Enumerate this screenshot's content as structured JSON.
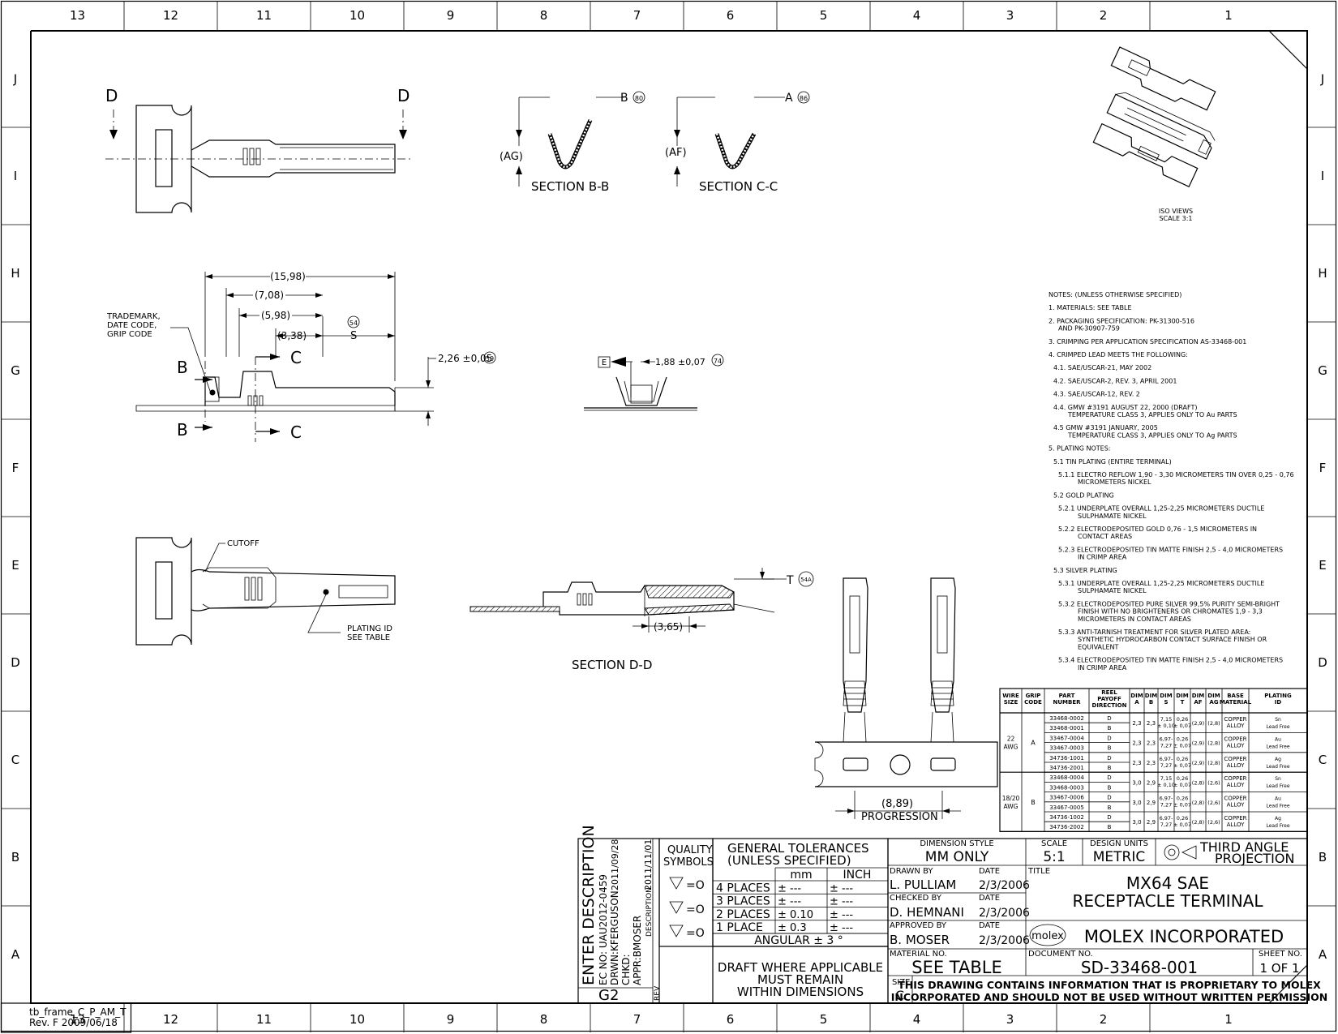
{
  "border": {
    "columns": [
      "13",
      "12",
      "11",
      "10",
      "9",
      "8",
      "7",
      "6",
      "5",
      "4",
      "3",
      "2",
      "1"
    ],
    "rows": [
      "J",
      "I",
      "H",
      "G",
      "F",
      "E",
      "D",
      "C",
      "B",
      "A"
    ],
    "frame_id": [
      "tb_frame_C_P_AM_T",
      "Rev. F 2009/06/18"
    ]
  },
  "views": {
    "top_view_d_left": "D",
    "top_view_d_right": "D",
    "section_bb_label": "SECTION B-B",
    "section_bb_dim": "(AG)",
    "section_bb_ref": "B",
    "section_bb_ref_num": "80",
    "section_cc_label": "SECTION C-C",
    "section_cc_dim": "(AF)",
    "section_cc_ref": "A",
    "section_cc_ref_num": "86",
    "trademark_note": [
      "TRADEMARK,",
      "DATE CODE,",
      "GRIP CODE"
    ],
    "dim_1598": "(15,98)",
    "dim_708": "(7,08)",
    "dim_598": "(5,98)",
    "dim_338": "(3,38)",
    "dim_s": "S",
    "dim_s_num": "54",
    "dim_226": "2,26 ±0,05",
    "dim_226_num": "59",
    "cut_b": "B",
    "cut_c": "C",
    "datum_e": "E",
    "dim_188": "1,88 ±0,07",
    "dim_188_num": "74",
    "cutoff_label": "CUTOFF",
    "plating_id": [
      "PLATING ID",
      "SEE TABLE"
    ],
    "dim_t": "T",
    "dim_t_num": "54A",
    "dim_365": "(3,65)",
    "section_dd_label": "SECTION D-D",
    "dim_889": "(8,89)",
    "progression": "PROGRESSION",
    "iso_views": [
      "ISO VIEWS",
      "SCALE 3:1"
    ]
  },
  "notes": [
    "NOTES: (UNLESS OTHERWISE SPECIFIED)",
    "1. MATERIALS: SEE TABLE",
    "2. PACKAGING SPECIFICATION: PK-31300-516",
    "    AND PK-30907-759",
    "3. CRIMPING PER APPLICATION SPECIFICATION AS-33468-001",
    "4. CRIMPED LEAD MEETS THE FOLLOWING:",
    "  4.1. SAE/USCAR-21, MAY 2002",
    "  4.2. SAE/USCAR-2, REV. 3, APRIL 2001",
    "  4.3. SAE/USCAR-12, REV. 2",
    "  4.4. GMW #3191 AUGUST 22, 2000 (DRAFT)",
    "        TEMPERATURE CLASS 3, APPLIES ONLY TO Au PARTS",
    "  4.5  GMW #3191 JANUARY, 2005",
    "        TEMPERATURE CLASS 3, APPLIES ONLY TO Ag PARTS",
    "5. PLATING NOTES:",
    "  5.1  TIN PLATING (ENTIRE TERMINAL)",
    "    5.1.1 ELECTRO REFLOW 1,90 - 3,30 MICROMETERS TIN OVER 0,25 - 0,76",
    "            MICROMETERS NICKEL",
    "  5.2  GOLD PLATING",
    "    5.2.1 UNDERPLATE OVERALL 1,25-2,25 MICROMETERS DUCTILE",
    "            SULPHAMATE NICKEL",
    "    5.2.2 ELECTRODEPOSITED GOLD 0,76 - 1,5 MICROMETERS IN",
    "            CONTACT AREAS",
    "    5.2.3 ELECTRODEPOSITED TIN MATTE FINISH 2,5 - 4,0 MICROMETERS",
    "            IN CRIMP AREA",
    "  5.3  SILVER PLATING",
    "    5.3.1 UNDERPLATE OVERALL 1,25-2,25 MICROMETERS DUCTILE",
    "            SULPHAMATE NICKEL",
    "    5.3.2 ELECTRODEPOSITED PURE SILVER 99,5% PURITY SEMI-BRIGHT",
    "            FINISH WITH NO BRIGHTENERS OR CHROMATES 1,9 - 3,3",
    "            MICROMETERS IN CONTACT AREAS",
    "    5.3.3 ANTI-TARNISH TREATMENT FOR SILVER PLATED AREA:",
    "            SYNTHETIC HYDROCARBON CONTACT SURFACE FINISH OR",
    "            EQUIVALENT",
    "    5.3.4 ELECTRODEPOSITED TIN MATTE FINISH 2,5 - 4,0 MICROMETERS",
    "            IN CRIMP AREA"
  ],
  "table": {
    "headers": [
      "WIRE SIZE",
      "GRIP CODE",
      "PART NUMBER",
      "REEL PAYOFF DIRECTION",
      "DIM A",
      "DIM B",
      "DIM S",
      "DIM T",
      "DIM AF",
      "DIM AG",
      "BASE MATERIAL",
      "PLATING ID"
    ],
    "groups": [
      {
        "wire": "22 AWG",
        "grip": "A",
        "rows": [
          {
            "parts": [
              "33468-0002",
              "33468-0001"
            ],
            "dir": [
              "D",
              "B"
            ],
            "a": "2,3",
            "b": "2,3",
            "s": [
              "7,15",
              "± 0,10"
            ],
            "t": [
              "0,26",
              "± 0,07"
            ],
            "af": "(2,9)",
            "ag": "(2,8)",
            "mat": [
              "COPPER",
              "ALLOY"
            ],
            "plating": [
              "Sn",
              "Lead Free"
            ]
          },
          {
            "parts": [
              "33467-0004",
              "33467-0003"
            ],
            "dir": [
              "D",
              "B"
            ],
            "a": "2,3",
            "b": "2,3",
            "s": [
              "6,97-",
              "7,27"
            ],
            "t": [
              "0,26",
              "± 0,07"
            ],
            "af": "(2,9)",
            "ag": "(2,8)",
            "mat": [
              "COPPER",
              "ALLOY"
            ],
            "plating": [
              "Au",
              "Lead Free"
            ]
          },
          {
            "parts": [
              "34736-1001",
              "34736-2001"
            ],
            "dir": [
              "D",
              "B"
            ],
            "a": "2,3",
            "b": "2,3",
            "s": [
              "6,97-",
              "7,27"
            ],
            "t": [
              "0,26",
              "± 0,07"
            ],
            "af": "(2,9)",
            "ag": "(2,8)",
            "mat": [
              "COPPER",
              "ALLOY"
            ],
            "plating": [
              "Ag",
              "Lead Free"
            ]
          }
        ]
      },
      {
        "wire": "18/20 AWG",
        "grip": "B",
        "rows": [
          {
            "parts": [
              "33468-0004",
              "33468-0003"
            ],
            "dir": [
              "D",
              "B"
            ],
            "a": "3,0",
            "b": "2,9",
            "s": [
              "7,15",
              "± 0,10"
            ],
            "t": [
              "0,26",
              "± 0,07"
            ],
            "af": "(2,8)",
            "ag": "(2,6)",
            "mat": [
              "COPPER",
              "ALLOY"
            ],
            "plating": [
              "Sn",
              "Lead Free"
            ]
          },
          {
            "parts": [
              "33467-0006",
              "33467-0005"
            ],
            "dir": [
              "D",
              "B"
            ],
            "a": "3,0",
            "b": "2,9",
            "s": [
              "6,97-",
              "7,27"
            ],
            "t": [
              "0,26",
              "± 0,07"
            ],
            "af": "(2,8)",
            "ag": "(2,6)",
            "mat": [
              "COPPER",
              "ALLOY"
            ],
            "plating": [
              "Au",
              "Lead Free"
            ]
          },
          {
            "parts": [
              "34736-1002",
              "34736-2002"
            ],
            "dir": [
              "D",
              "B"
            ],
            "a": "3,0",
            "b": "2,9",
            "s": [
              "6,97-",
              "7,27"
            ],
            "t": [
              "0,26",
              "± 0,07"
            ],
            "af": "(2,8)",
            "ag": "(2,6)",
            "mat": [
              "COPPER",
              "ALLOY"
            ],
            "plating": [
              "Ag",
              "Lead Free"
            ]
          }
        ]
      }
    ]
  },
  "title_block": {
    "enter_description": "ENTER DESCRIPTION",
    "ec_no": "EC NO: UAU2012-0459",
    "drwn": "DRWN:KFERGUSON",
    "drwn_date": "2011/09/28",
    "chkd": "CHKD:",
    "appr": "APPR:BMOSER",
    "appr_date": "2011/11/01",
    "description_label": "DESCRIPTION",
    "rev_label": "REV",
    "rev": "G2",
    "quality_symbols": [
      "QUALITY",
      "SYMBOLS"
    ],
    "q_eq": "=O",
    "general_tolerances": [
      "GENERAL TOLERANCES",
      "(UNLESS SPECIFIED)"
    ],
    "tol_mm": "mm",
    "tol_inch": "INCH",
    "tol_rows": [
      {
        "label": "4 PLACES",
        "mm": "± ---",
        "inch": "± ---"
      },
      {
        "label": "3 PLACES",
        "mm": "± ---",
        "inch": "± ---"
      },
      {
        "label": "2 PLACES",
        "mm": "± 0.10",
        "inch": "± ---"
      },
      {
        "label": "1 PLACE",
        "mm": "± 0.3",
        "inch": "± ---"
      }
    ],
    "angular": "ANGULAR ± 3 °",
    "draft": [
      "DRAFT WHERE APPLICABLE",
      "MUST REMAIN",
      "WITHIN DIMENSIONS"
    ],
    "dimension_style_label": "DIMENSION STYLE",
    "dimension_style": "MM ONLY",
    "scale_label": "SCALE",
    "scale": "5:1",
    "design_units_label": "DESIGN UNITS",
    "design_units": "METRIC",
    "projection": [
      "THIRD ANGLE",
      "PROJECTION"
    ],
    "drawn_by_label": "DRAWN BY",
    "drawn_by": "L. PULLIAM",
    "date_label": "DATE",
    "drawn_date": "2/3/2006",
    "checked_by_label": "CHECKED BY",
    "checked_by": "D. HEMNANI",
    "checked_date": "2/3/2006",
    "approved_by_label": "APPROVED BY",
    "approved_by": "B. MOSER",
    "approved_date": "2/3/2006",
    "title_label": "TITLE",
    "title": [
      "MX64 SAE",
      "RECEPTACLE TERMINAL"
    ],
    "logo": "molex",
    "company": "MOLEX INCORPORATED",
    "material_no_label": "MATERIAL NO.",
    "material_no": "SEE TABLE",
    "document_no_label": "DOCUMENT NO.",
    "document_no": "SD-33468-001",
    "sheet_no_label": "SHEET NO.",
    "sheet_no": "1 OF 1",
    "size_label": "SIZE",
    "size": "C",
    "proprietary": [
      "THIS DRAWING CONTAINS INFORMATION THAT IS PROPRIETARY TO MOLEX",
      "INCORPORATED AND SHOULD NOT BE USED WITHOUT WRITTEN PERMISSION"
    ]
  }
}
